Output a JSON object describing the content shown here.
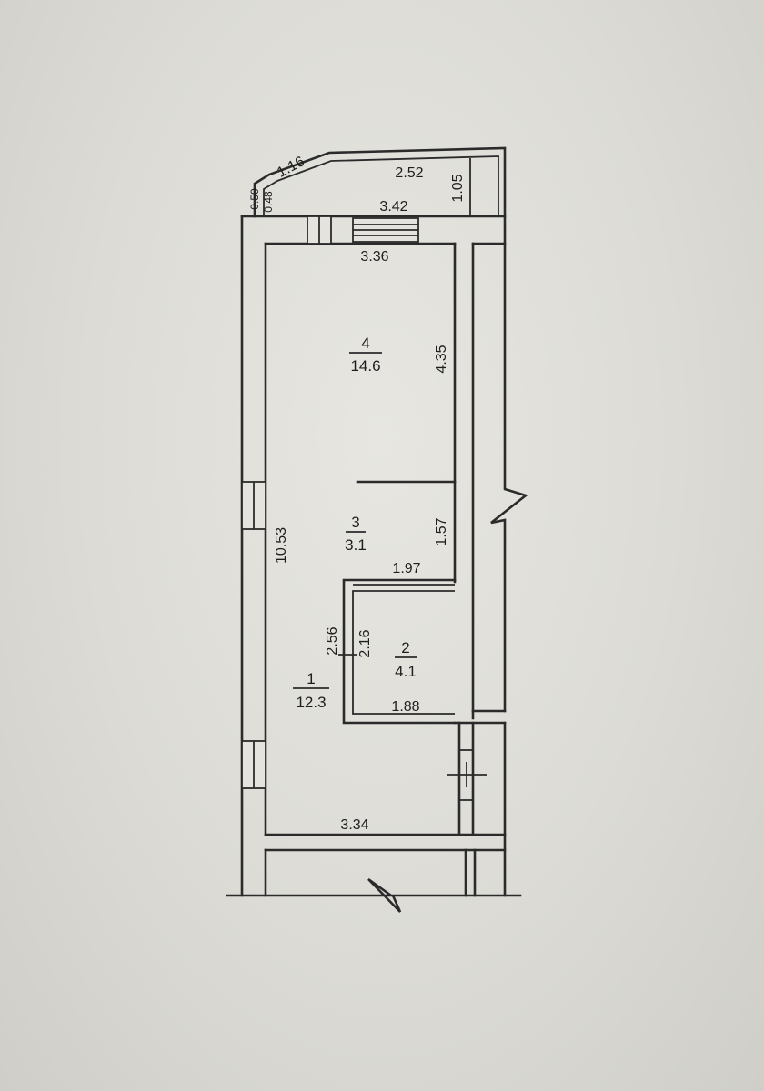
{
  "rooms": [
    {
      "number": "4",
      "area": "14.6"
    },
    {
      "number": "3",
      "area": "3.1"
    },
    {
      "number": "2",
      "area": "4.1"
    },
    {
      "number": "1",
      "area": "12.3"
    }
  ],
  "dimensions": {
    "balcony_diagonal": "1.16",
    "balcony_width": "2.52",
    "balcony_depth": "1.05",
    "balcony_inner_width": "3.42",
    "balcony_left_outer": "0.50",
    "balcony_left_inner": "0.48",
    "room4_width": "3.36",
    "room4_length": "4.35",
    "hall_length": "10.53",
    "corridor_length": "1.57",
    "bathroom_top_width": "1.97",
    "bathroom_outer_height": "2.56",
    "bathroom_inner_height": "2.16",
    "bathroom_bottom_width": "1.88",
    "room1_width": "3.34"
  }
}
